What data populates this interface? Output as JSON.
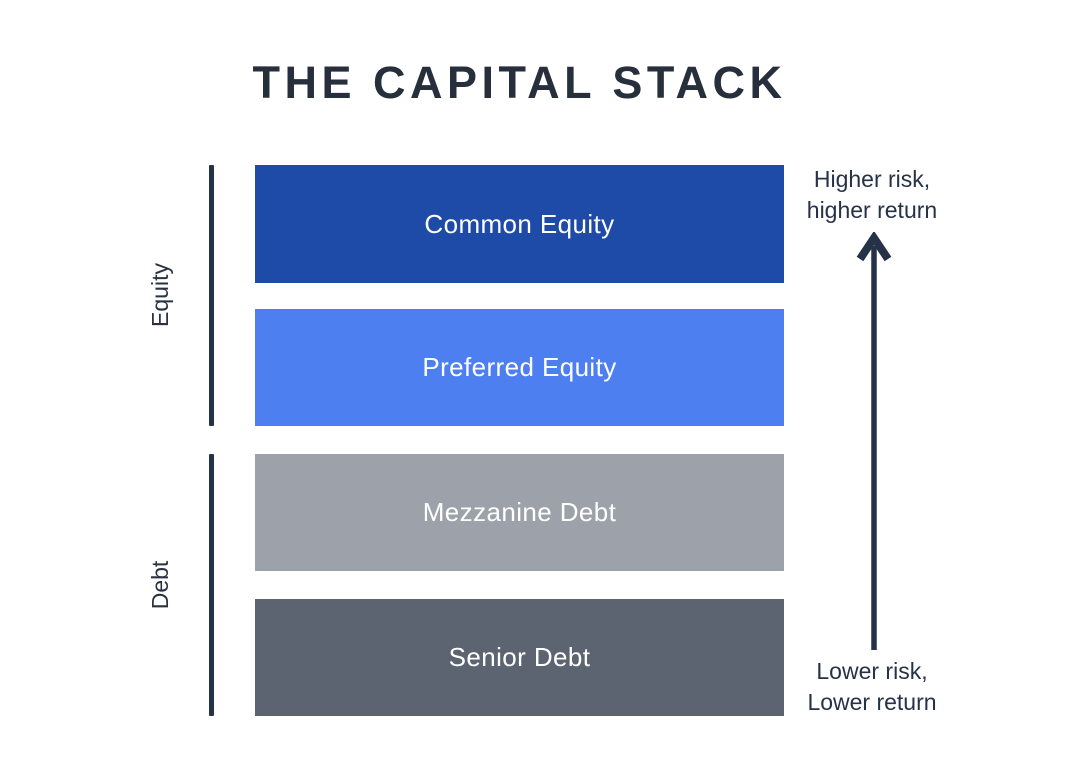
{
  "title": "THE CAPITAL STACK",
  "stack": {
    "groups": [
      {
        "label": "Equity",
        "layers": [
          {
            "label": "Common Equity",
            "color": "#1E4AA8"
          },
          {
            "label": "Preferred Equity",
            "color": "#4E7FF0"
          }
        ]
      },
      {
        "label": "Debt",
        "layers": [
          {
            "label": "Mezzanine Debt",
            "color": "#9CA1AA"
          },
          {
            "label": "Senior Debt",
            "color": "#5C6371"
          }
        ]
      }
    ]
  },
  "risk_axis": {
    "top_line1": "Higher risk,",
    "top_line2": "higher return",
    "bottom_line1": "Lower risk,",
    "bottom_line2": "Lower return",
    "arrow_direction": "up"
  },
  "colors": {
    "background": "#FFFFFF",
    "title_text": "#272E3C",
    "accent_navy": "#263247",
    "bar_text": "#FFFFFF"
  }
}
